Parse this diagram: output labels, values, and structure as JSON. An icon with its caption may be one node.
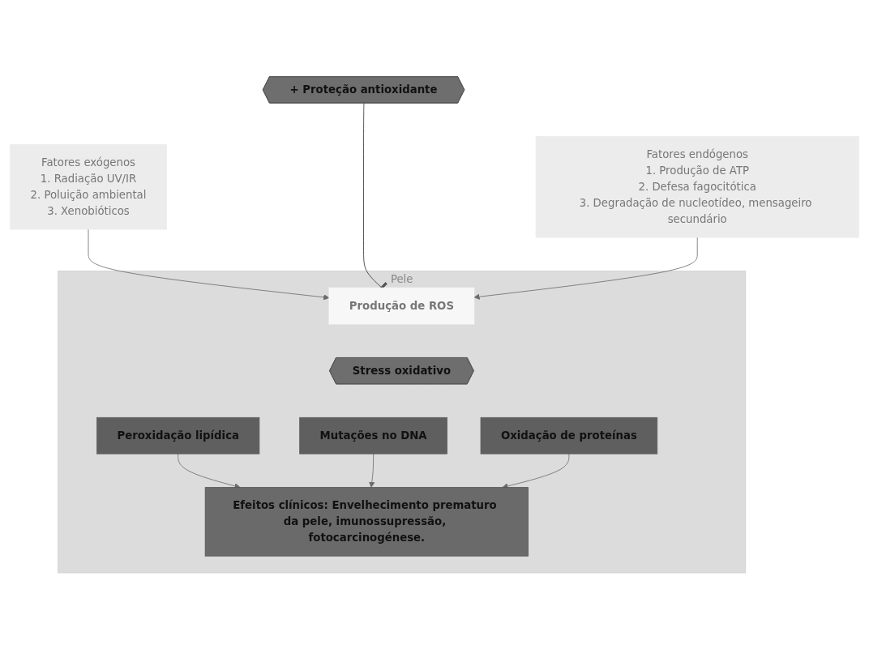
{
  "diagram": {
    "nodes": [
      {
        "text": [
          "+ Proteção antioxidante"
        ]
      },
      {
        "text": [
          "Fatores exógenos",
          "1. Radiação UV/IR",
          "2. Poluição ambiental",
          "3. Xenobióticos"
        ]
      },
      {
        "text": [
          "Fatores endógenos",
          "1. Produção de ATP",
          "2. Defesa fagocitótica",
          "3. Degradação de nucleotídeo, mensageiro secundário"
        ]
      },
      {
        "text": [
          "Pele"
        ]
      },
      {
        "text": [
          "Produção de ROS"
        ],
        "in": 3
      },
      {
        "text": [
          "Stress oxidativo"
        ],
        "in": 3
      },
      {
        "text": [
          "Peroxidação lipídica"
        ],
        "in": 3
      },
      {
        "text": [
          "Mutações no DNA"
        ],
        "in": 3
      },
      {
        "text": [
          "Oxidação de proteínas"
        ],
        "in": 3
      },
      {
        "text": [
          "Efeitos clínicos: Envelhecimento prematuro da pele, imunossupressão, fotocarcinogénese."
        ],
        "in": 3
      }
    ],
    "edges": [
      {
        "from": 1,
        "to": 4,
        "arrow": "to"
      },
      {
        "from": 0,
        "to": 4,
        "arrow": "other"
      },
      {
        "from": 2,
        "to": 4,
        "arrow": "to"
      },
      {
        "from": 6,
        "to": 9,
        "arrow": "to"
      },
      {
        "from": 7,
        "to": 9,
        "arrow": "to"
      },
      {
        "from": 8,
        "to": 9,
        "arrow": "to"
      }
    ]
  }
}
